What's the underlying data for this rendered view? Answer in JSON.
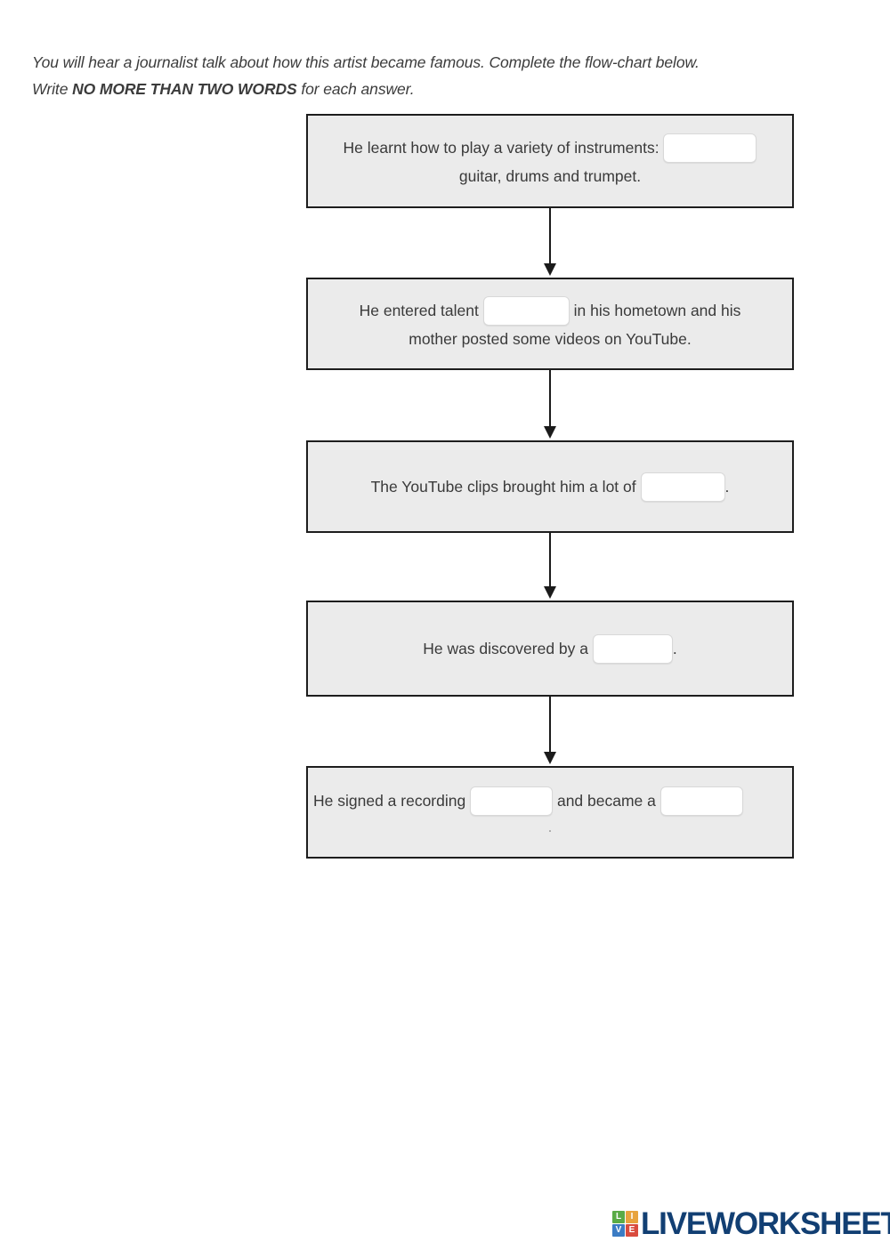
{
  "instructions": {
    "line1": "You will hear a journalist talk about how this artist became famous. Complete the flow-chart below.",
    "line2_prefix": "Write ",
    "line2_bold": "NO MORE THAN TWO WORDS",
    "line2_suffix": " for each answer."
  },
  "flowchart": {
    "boxes": [
      {
        "id": "box-1",
        "line1_before": "He learnt how to play a variety of instruments:",
        "line1_after": "",
        "line2": "guitar, drums and trumpet.",
        "input_placeholder": ""
      },
      {
        "id": "box-2",
        "line1_before": "He entered talent",
        "line1_after": "in his hometown and his",
        "line2": "mother posted some videos on YouTube.",
        "input_placeholder": ""
      },
      {
        "id": "box-3",
        "line1_before": "The YouTube clips brought him a lot of",
        "line1_after": ".",
        "line2": "",
        "input_placeholder": ""
      },
      {
        "id": "box-4",
        "line1_before": "He was discovered by a",
        "line1_after": ".",
        "line2": "",
        "input_placeholder": ""
      },
      {
        "id": "box-5",
        "line1_before": "He signed a recording",
        "line1_middle": "and became a",
        "line1_after": "",
        "line2": ".",
        "input_placeholder": ""
      }
    ],
    "arrow_icon": "down-arrow-icon"
  },
  "footer": {
    "logo_cells": [
      "L",
      "I",
      "V",
      "E"
    ],
    "logo_word": "LIVEWORKSHEETS",
    "colors": {
      "cell_l": "#5aab46",
      "cell_i": "#e8a33d",
      "cell_v": "#3b7cc4",
      "cell_e": "#d94b3e",
      "word": "#123f73"
    }
  }
}
